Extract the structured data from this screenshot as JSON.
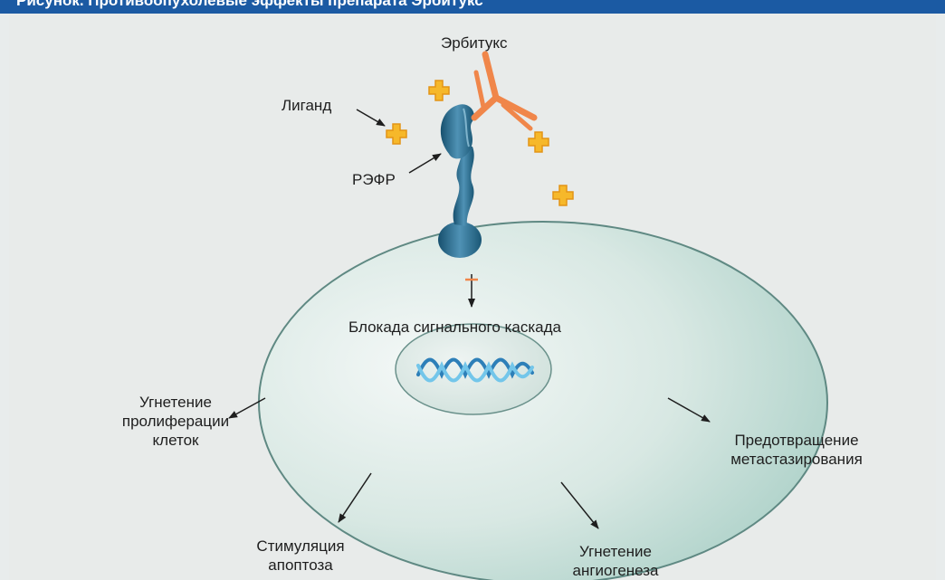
{
  "header": {
    "title": "Рисунок. Противоопухолевые эффекты препарата Эрбитукс"
  },
  "labels": {
    "erbitux": "Эрбитукс",
    "ligand": "Лиганд",
    "egfr": "РЭФР",
    "blockade": "Блокада сигнального каскада",
    "proliferation": [
      "Угнетение",
      "пролиферации",
      "клеток"
    ],
    "metastasis": [
      "Предотвращение",
      "метастазирования"
    ],
    "apoptosis": [
      "Стимуляция",
      "апоптоза"
    ],
    "angiogenesis": [
      "Угнетение",
      "ангиогенеза"
    ]
  },
  "colors": {
    "header": "#1b5aa3",
    "antibody": "#f0864a",
    "ligand": "#f6b82a",
    "receptor": "#2f6f92",
    "cell": "#cfe3de",
    "dna": "#4fb3e0"
  }
}
